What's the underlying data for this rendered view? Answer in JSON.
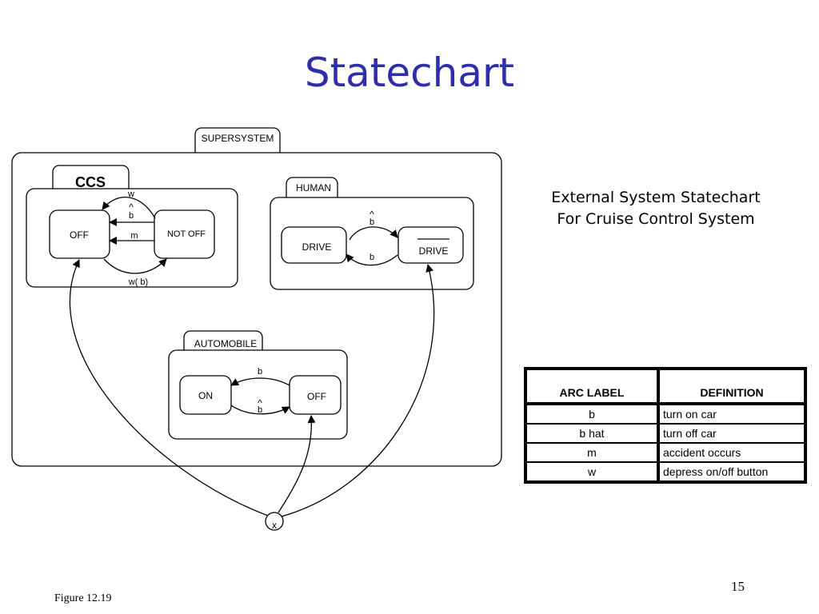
{
  "title": "Statechart",
  "caption": {
    "line1": "External System Statechart",
    "line2": "For Cruise Control System"
  },
  "diagram": {
    "supersystem": "SUPERSYSTEM",
    "ccs": "CCS",
    "human": "HUMAN",
    "automobile": "AUTOMOBILE",
    "ccs_off": "OFF",
    "ccs_not_off": "NOT OFF",
    "drive": "DRIVE",
    "drive_bar": "DRIVE",
    "on": "ON",
    "auto_off": "OFF",
    "junction": "x",
    "arc_w": "w",
    "arc_bhat_ccs": "b",
    "arc_m": "m",
    "arc_wb": "w( b)",
    "arc_bhat_human": "b",
    "arc_b_human": "b",
    "arc_b_auto": "b",
    "arc_bhat_auto": "b",
    "hat": "^"
  },
  "table": {
    "headers": [
      "ARC LABEL",
      "DEFINITION"
    ],
    "rows": [
      [
        "b",
        "turn on car"
      ],
      [
        "b hat",
        "turn off car"
      ],
      [
        "m",
        "accident occurs"
      ],
      [
        "w",
        "depress on/off button"
      ]
    ]
  },
  "footer": "Figure 12.19",
  "page_number": "15"
}
